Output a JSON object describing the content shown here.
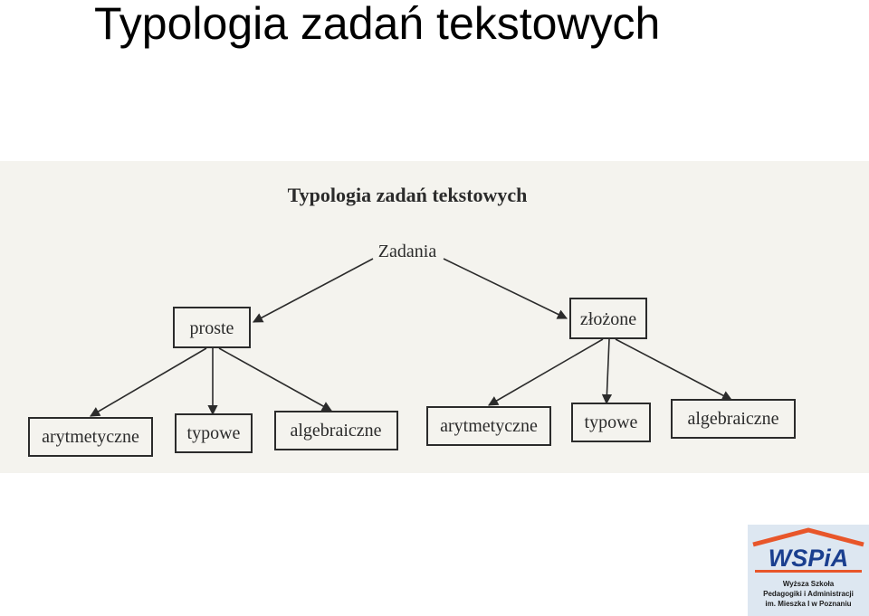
{
  "slide": {
    "title": "Typologia zadań tekstowych"
  },
  "diagram": {
    "heading": "Typologia zadań tekstowych",
    "root": "Zadania",
    "branches": [
      {
        "label": "proste",
        "children": [
          "arytmetyczne",
          "typowe",
          "algebraiczne"
        ]
      },
      {
        "label": "złożone",
        "children": [
          "arytmetyczne",
          "typowe",
          "algebraiczne"
        ]
      }
    ]
  },
  "logo": {
    "brand": "WSPiA",
    "line1": "Wyższa Szkoła",
    "line2": "Pedagogiki i Administracji",
    "line3": "im. Mieszka I w Poznaniu",
    "roof_color": "#e8562a",
    "text_color": "#1a3f8f"
  },
  "colors": {
    "scan_background": "#f4f3ee",
    "ink": "#2b2b2b"
  }
}
